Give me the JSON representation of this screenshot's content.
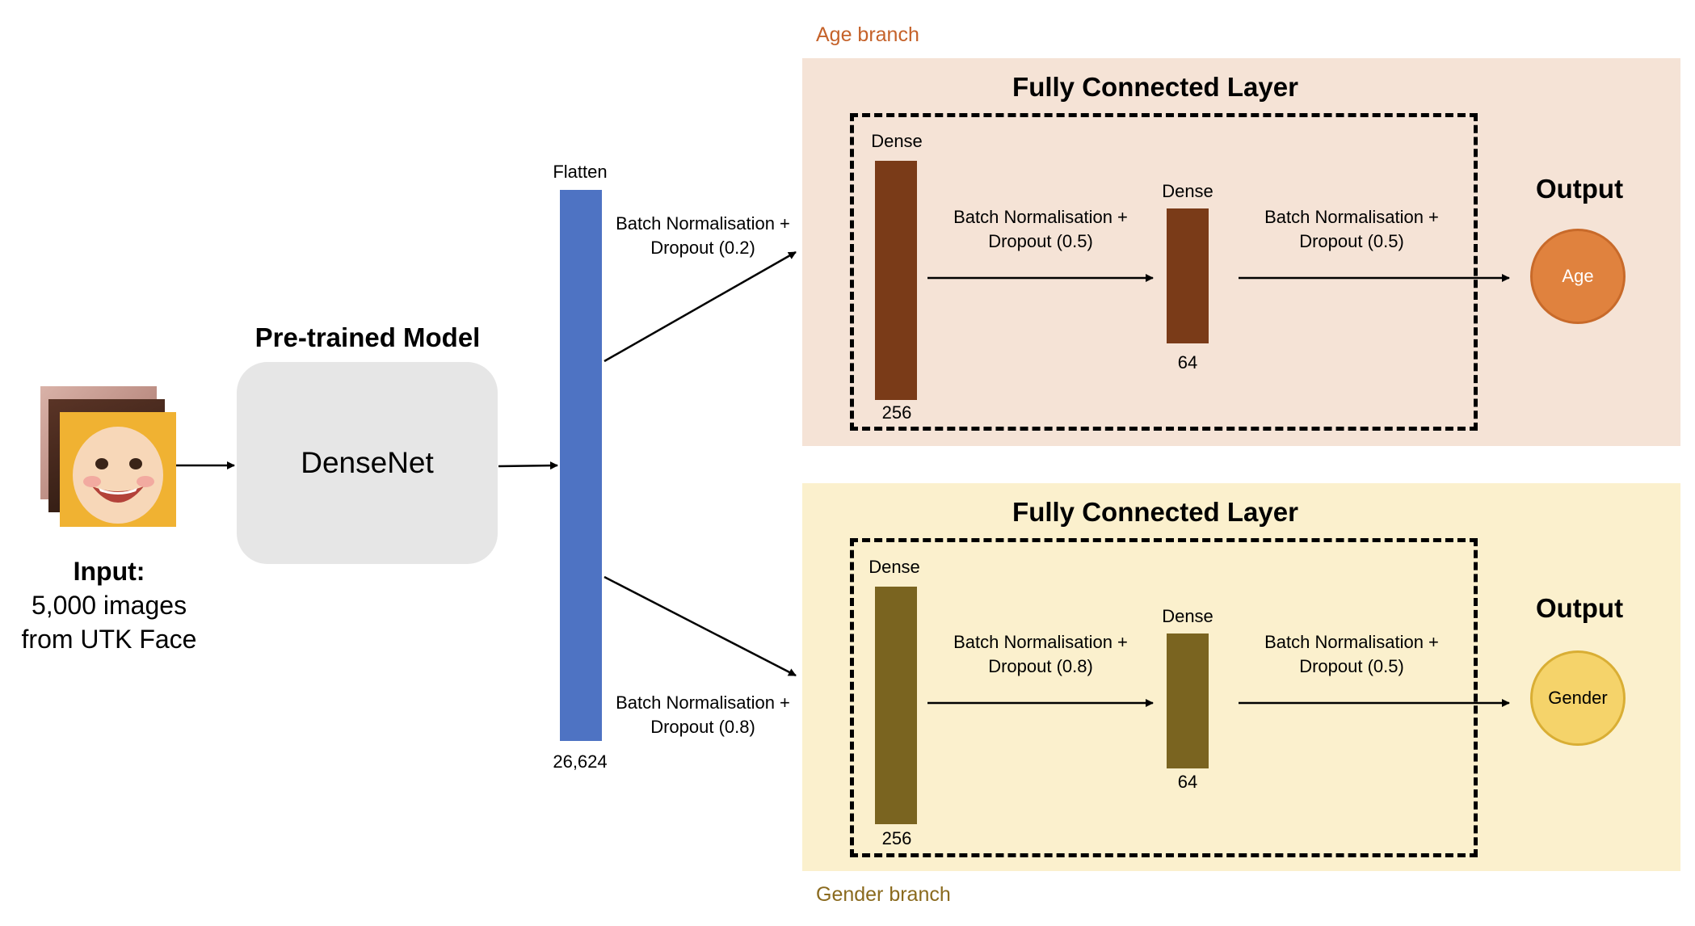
{
  "input": {
    "title": "Input:",
    "line1": "5,000 images",
    "line2": "from UTK Face",
    "image_icon": "face-photo-stack-icon"
  },
  "pretrained": {
    "heading": "Pre-trained Model",
    "box_label": "DenseNet"
  },
  "flatten": {
    "label": "Flatten",
    "size": "26,624",
    "color": "#4e73c3"
  },
  "links": {
    "to_age": {
      "line1": "Batch Normalisation +",
      "line2": "Dropout (0.2)"
    },
    "to_gender": {
      "line1": "Batch Normalisation +",
      "line2": "Dropout (0.8)"
    }
  },
  "age_branch": {
    "branch_label": "Age branch",
    "panel_color": "#f5e3d6",
    "label_color": "#c5622a",
    "layer_title": "Fully Connected Layer",
    "dense1": {
      "label": "Dense",
      "size": "256"
    },
    "mid_link": {
      "line1": "Batch Normalisation +",
      "line2": "Dropout (0.5)"
    },
    "dense2": {
      "label": "Dense",
      "size": "64"
    },
    "out_link": {
      "line1": "Batch Normalisation +",
      "line2": "Dropout (0.5)"
    },
    "output_title": "Output",
    "output_label": "Age",
    "bar_color": "#7a3b18",
    "output_fill": "#e0823e",
    "output_stroke": "#c86a2a"
  },
  "gender_branch": {
    "branch_label": "Gender branch",
    "panel_color": "#fbf0cd",
    "label_color": "#8a6a1e",
    "layer_title": "Fully Connected Layer",
    "dense1": {
      "label": "Dense",
      "size": "256"
    },
    "mid_link": {
      "line1": "Batch Normalisation +",
      "line2": "Dropout (0.8)"
    },
    "dense2": {
      "label": "Dense",
      "size": "64"
    },
    "out_link": {
      "line1": "Batch Normalisation +",
      "line2": "Dropout (0.5)"
    },
    "output_title": "Output",
    "output_label": "Gender",
    "bar_color": "#7a6420",
    "output_fill": "#f5d36a",
    "output_stroke": "#d9ae34"
  }
}
